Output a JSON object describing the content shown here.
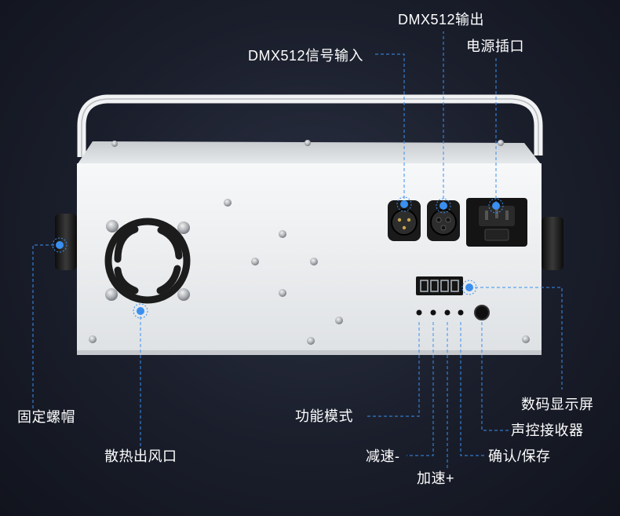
{
  "labels": {
    "dmx_out": "DMX512输出",
    "dmx_in": "DMX512信号输入",
    "power": "电源插口",
    "fixing_nut": "固定螺帽",
    "vent": "散热出风口",
    "function_mode": "功能模式",
    "speed_down": "减速-",
    "speed_up": "加速+",
    "display": "数码显示屏",
    "sound_receiver": "声控接收器",
    "confirm_save": "确认/保存"
  },
  "display": {
    "digits": 4
  },
  "colors": {
    "accent": "#3a8ff0",
    "body": "#eef0f2",
    "text": "#ffffff"
  }
}
